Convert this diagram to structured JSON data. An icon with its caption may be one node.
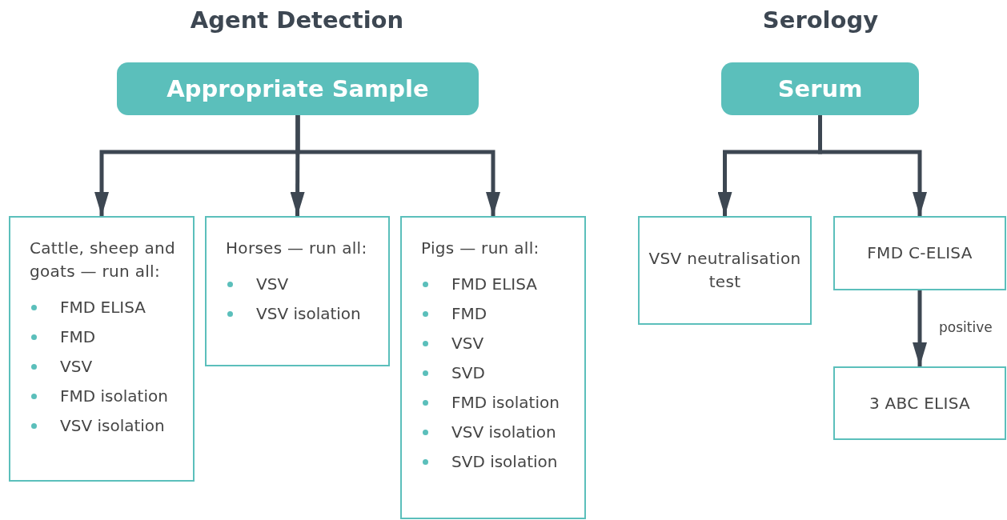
{
  "diagram": {
    "nodes": [
      {
        "text": [
          "Appropriate Sample"
        ]
      },
      {
        "text": [
          "Cattle, sheep and goats — run all:",
          "FMD ELISA",
          "FMD",
          "VSV",
          "FMD isolation",
          "VSV isolation"
        ]
      },
      {
        "text": [
          "Horses — run all:",
          "VSV",
          "VSV isolation"
        ]
      },
      {
        "text": [
          "Pigs — run all:",
          "FMD ELISA",
          "FMD",
          "VSV",
          "SVD",
          "FMD isolation",
          "VSV isolation",
          "SVD isolation"
        ]
      },
      {
        "text": [
          "Serum"
        ]
      },
      {
        "text": [
          "VSV neutralisation test"
        ]
      },
      {
        "text": [
          "FMD C-ELISA"
        ]
      },
      {
        "text": [
          "3 ABC ELISA"
        ]
      }
    ],
    "edges": [
      {
        "from": 0,
        "to": 1,
        "arrow": "to"
      },
      {
        "from": 0,
        "to": 2,
        "arrow": "to"
      },
      {
        "from": 0,
        "to": 3,
        "arrow": "to"
      },
      {
        "from": 4,
        "to": 5,
        "arrow": "to"
      },
      {
        "from": 4,
        "to": 6,
        "arrow": "to"
      },
      {
        "from": 6,
        "to": 7,
        "arrow": "to",
        "label": "positive"
      }
    ],
    "labels": [
      "Agent Detection",
      "Serology"
    ]
  }
}
